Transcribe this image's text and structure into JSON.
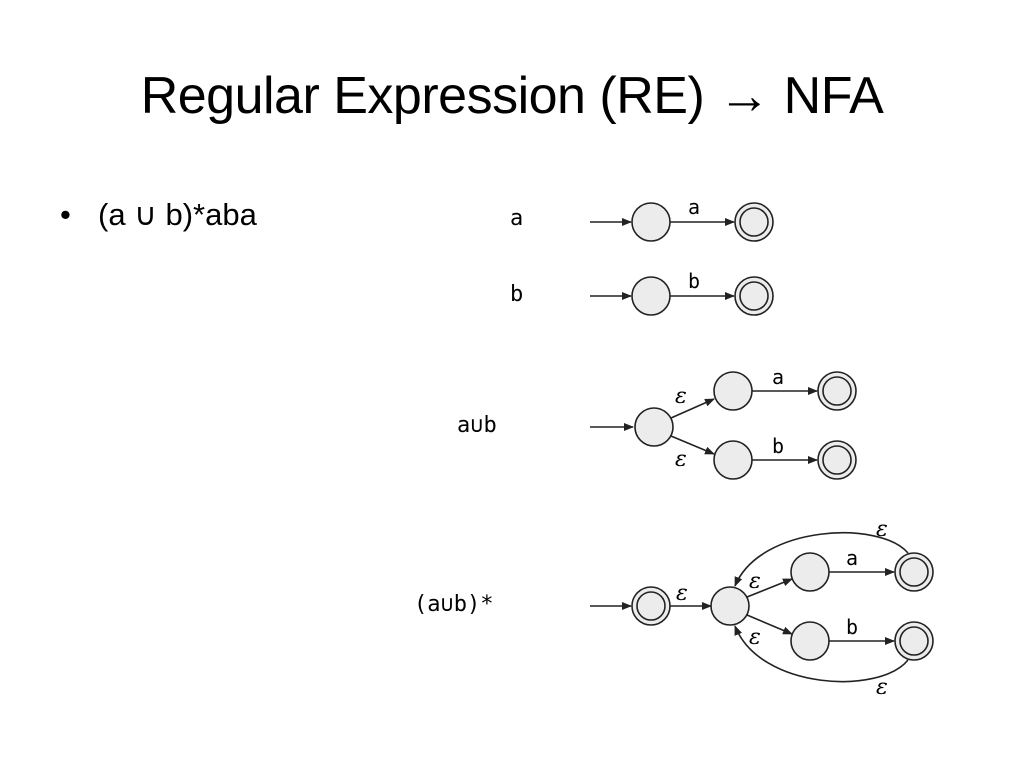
{
  "slide": {
    "title": "Regular Expression (RE) → NFA",
    "bullet_marker": "•",
    "bullet_text": "(a ∪ b)*aba"
  },
  "diagram": {
    "row_labels": {
      "a": "a",
      "b": "b",
      "union": "a∪b",
      "star": "(a∪b)*"
    },
    "edge_labels": {
      "a": "a",
      "b": "b",
      "epsilon": "ε"
    }
  },
  "colors": {
    "state_fill": "#ececec",
    "stroke": "#222222"
  }
}
